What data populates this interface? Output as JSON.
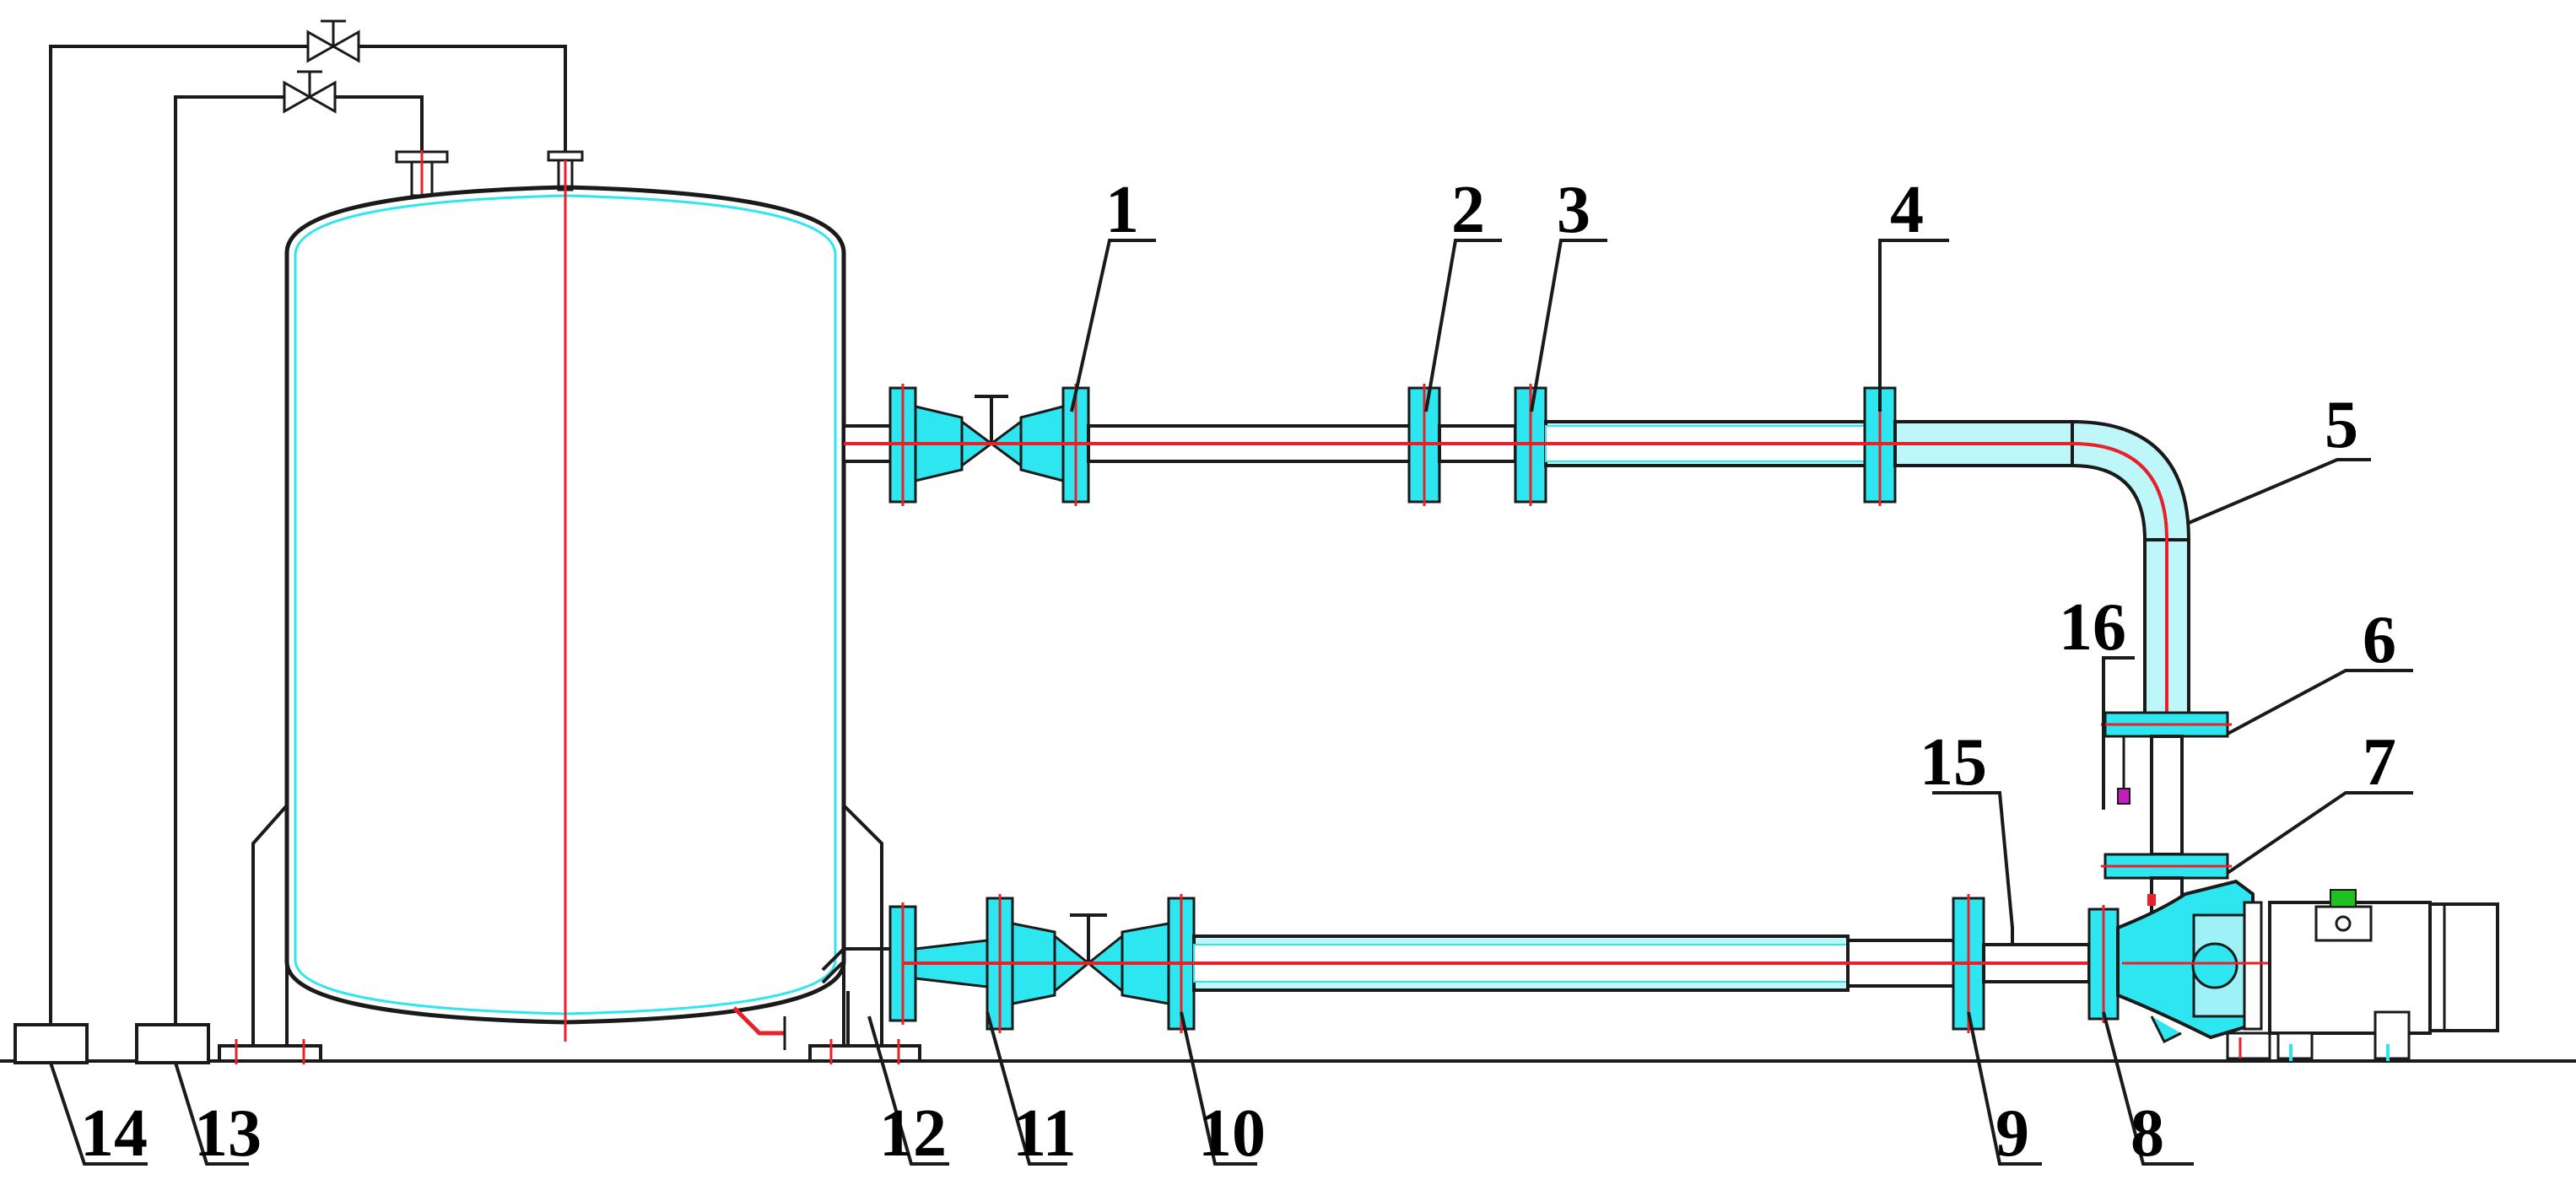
{
  "colors": {
    "outline": "#1a1a1a",
    "centerline": "#e8202a",
    "insulation": "#2ee6f0",
    "accent_purple": "#c020c0",
    "accent_green": "#20c020"
  },
  "labels": [
    "1",
    "2",
    "3",
    "4",
    "5",
    "6",
    "7",
    "8",
    "9",
    "10",
    "11",
    "12",
    "13",
    "14",
    "15",
    "16"
  ]
}
